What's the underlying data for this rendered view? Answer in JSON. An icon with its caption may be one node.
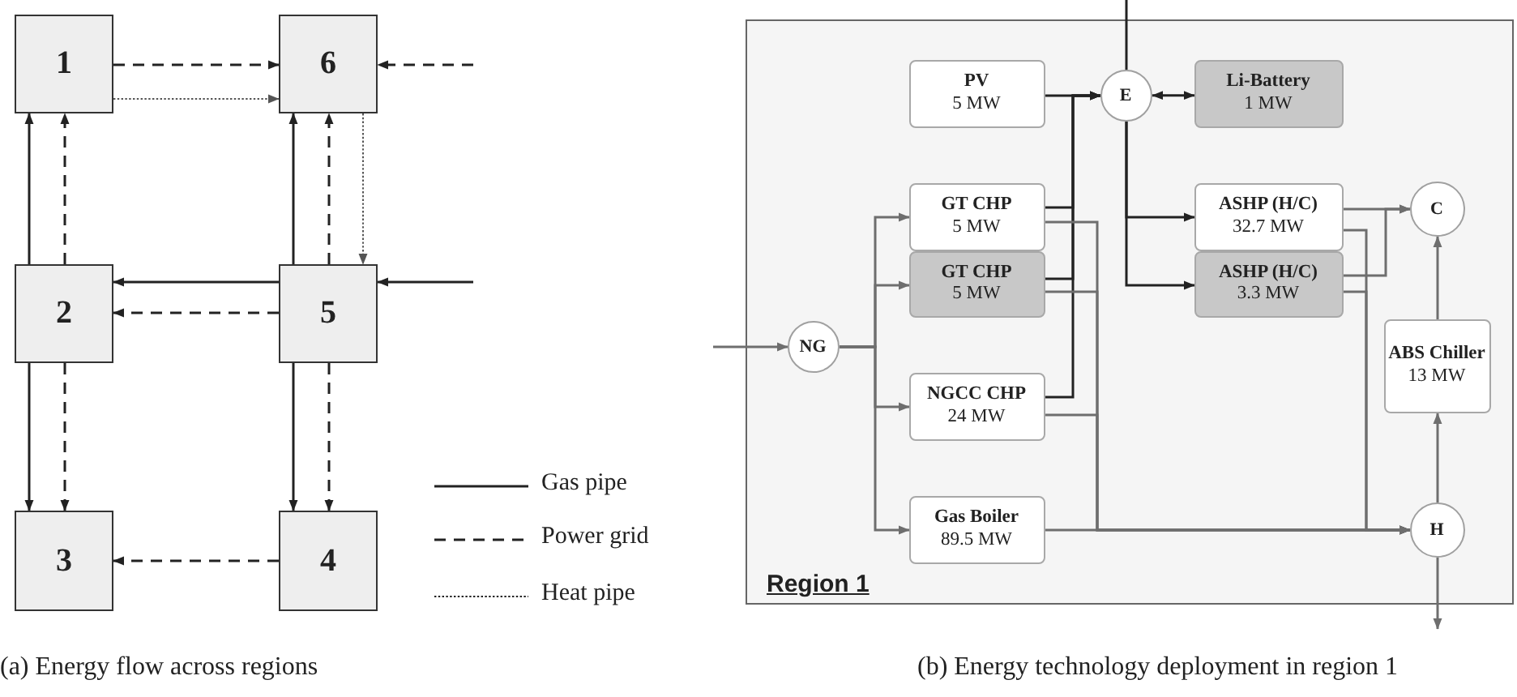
{
  "diagram": {
    "nodes": [
      {
        "text": [
          "1"
        ]
      },
      {
        "text": [
          "6"
        ]
      },
      {
        "text": [
          "2"
        ]
      },
      {
        "text": [
          "5"
        ]
      },
      {
        "text": [
          "3"
        ]
      },
      {
        "text": [
          "4"
        ]
      },
      {
        "text": [
          "Region 1"
        ]
      },
      {
        "text": [
          "PV",
          "5 MW"
        ],
        "in": 6
      },
      {
        "text": [
          "E"
        ],
        "in": 6
      },
      {
        "text": [
          "Li-Battery",
          "1 MW"
        ],
        "in": 6
      },
      {
        "text": [
          "GT CHP",
          "5 MW"
        ],
        "in": 6
      },
      {
        "text": [
          "GT CHP",
          "5 MW"
        ],
        "in": 6
      },
      {
        "text": [
          "ASHP (H/C)",
          "32.7 MW"
        ],
        "in": 6
      },
      {
        "text": [
          "ASHP (H/C)",
          "3.3 MW"
        ],
        "in": 6
      },
      {
        "text": [
          "C"
        ],
        "in": 6
      },
      {
        "text": [
          "NG"
        ],
        "in": 6
      },
      {
        "text": [
          "NGCC CHP",
          "24 MW"
        ],
        "in": 6
      },
      {
        "text": [
          "ABS Chiller",
          "13 MW"
        ],
        "in": 6
      },
      {
        "text": [
          "Gas Boiler",
          "89.5 MW"
        ],
        "in": 6
      },
      {
        "text": [
          "H"
        ],
        "in": 6
      }
    ],
    "edges": [
      {
        "from": 0,
        "to": 1,
        "arrow": "to",
        "style": "dashed"
      },
      {
        "from": 0,
        "to": 1,
        "arrow": "to",
        "style": "dashed",
        "color": "#555555"
      },
      {
        "from": null,
        "to": 1,
        "arrow": "to",
        "style": "dashed"
      },
      {
        "from": 2,
        "to": 0,
        "arrow": "to"
      },
      {
        "from": 2,
        "to": 0,
        "arrow": "to",
        "style": "dashed"
      },
      {
        "from": 3,
        "to": 1,
        "arrow": "to"
      },
      {
        "from": 3,
        "to": 1,
        "arrow": "to",
        "style": "dashed"
      },
      {
        "from": 1,
        "to": 3,
        "arrow": "to",
        "style": "dashed",
        "color": "#555555"
      },
      {
        "from": 3,
        "to": 2,
        "arrow": "to"
      },
      {
        "from": 3,
        "to": 2,
        "arrow": "to",
        "style": "dashed"
      },
      {
        "from": null,
        "to": 3,
        "arrow": "to"
      },
      {
        "from": 2,
        "to": 4,
        "arrow": "to"
      },
      {
        "from": 2,
        "to": 4,
        "arrow": "to",
        "style": "dashed"
      },
      {
        "from": 3,
        "to": 5,
        "arrow": "to"
      },
      {
        "from": 3,
        "to": 5,
        "arrow": "to",
        "style": "dashed"
      },
      {
        "from": 5,
        "to": 4,
        "arrow": "to",
        "style": "dashed"
      },
      {
        "from": null,
        "to": 8,
        "arrow": "none"
      },
      {
        "from": 7,
        "to": 8,
        "arrow": "to"
      },
      {
        "from": 8,
        "to": 9,
        "arrow": "both"
      },
      {
        "from": 10,
        "to": 8,
        "arrow": "to"
      },
      {
        "from": 11,
        "to": 8,
        "arrow": "to"
      },
      {
        "from": 16,
        "to": 8,
        "arrow": "to"
      },
      {
        "from": 8,
        "to": 12,
        "arrow": "to"
      },
      {
        "from": 8,
        "to": 13,
        "arrow": "to"
      },
      {
        "from": null,
        "to": 15,
        "arrow": "to",
        "color": "#6e6e6e"
      },
      {
        "from": 15,
        "to": 10,
        "arrow": "to",
        "color": "#6e6e6e"
      },
      {
        "from": 15,
        "to": 11,
        "arrow": "to",
        "color": "#6e6e6e"
      },
      {
        "from": 15,
        "to": 16,
        "arrow": "to",
        "color": "#6e6e6e"
      },
      {
        "from": 15,
        "to": 18,
        "arrow": "to",
        "color": "#6e6e6e"
      },
      {
        "from": 12,
        "to": 14,
        "arrow": "to",
        "color": "#6e6e6e"
      },
      {
        "from": 13,
        "to": 14,
        "arrow": "to",
        "color": "#6e6e6e"
      },
      {
        "from": 10,
        "to": 19,
        "arrow": "to",
        "color": "#6e6e6e"
      },
      {
        "from": 11,
        "to": 19,
        "arrow": "to",
        "color": "#6e6e6e"
      },
      {
        "from": 16,
        "to": 19,
        "arrow": "to",
        "color": "#6e6e6e"
      },
      {
        "from": 18,
        "to": 19,
        "arrow": "to",
        "color": "#6e6e6e"
      },
      {
        "from": 12,
        "to": 19,
        "arrow": "to",
        "color": "#6e6e6e"
      },
      {
        "from": 13,
        "to": 19,
        "arrow": "to",
        "color": "#6e6e6e"
      },
      {
        "from": 19,
        "to": 17,
        "arrow": "to",
        "color": "#6e6e6e"
      },
      {
        "from": 17,
        "to": 14,
        "arrow": "to",
        "color": "#6e6e6e"
      },
      {
        "from": 19,
        "to": null,
        "arrow": "to",
        "color": "#6e6e6e"
      }
    ],
    "labels": [
      "(a) Energy flow across regions",
      "(b) Energy technology deployment in region 1"
    ],
    "legend": [
      {
        "text": "Gas pipe"
      },
      {
        "text": "Power grid"
      },
      {
        "text": "Heat pipe"
      }
    ]
  }
}
